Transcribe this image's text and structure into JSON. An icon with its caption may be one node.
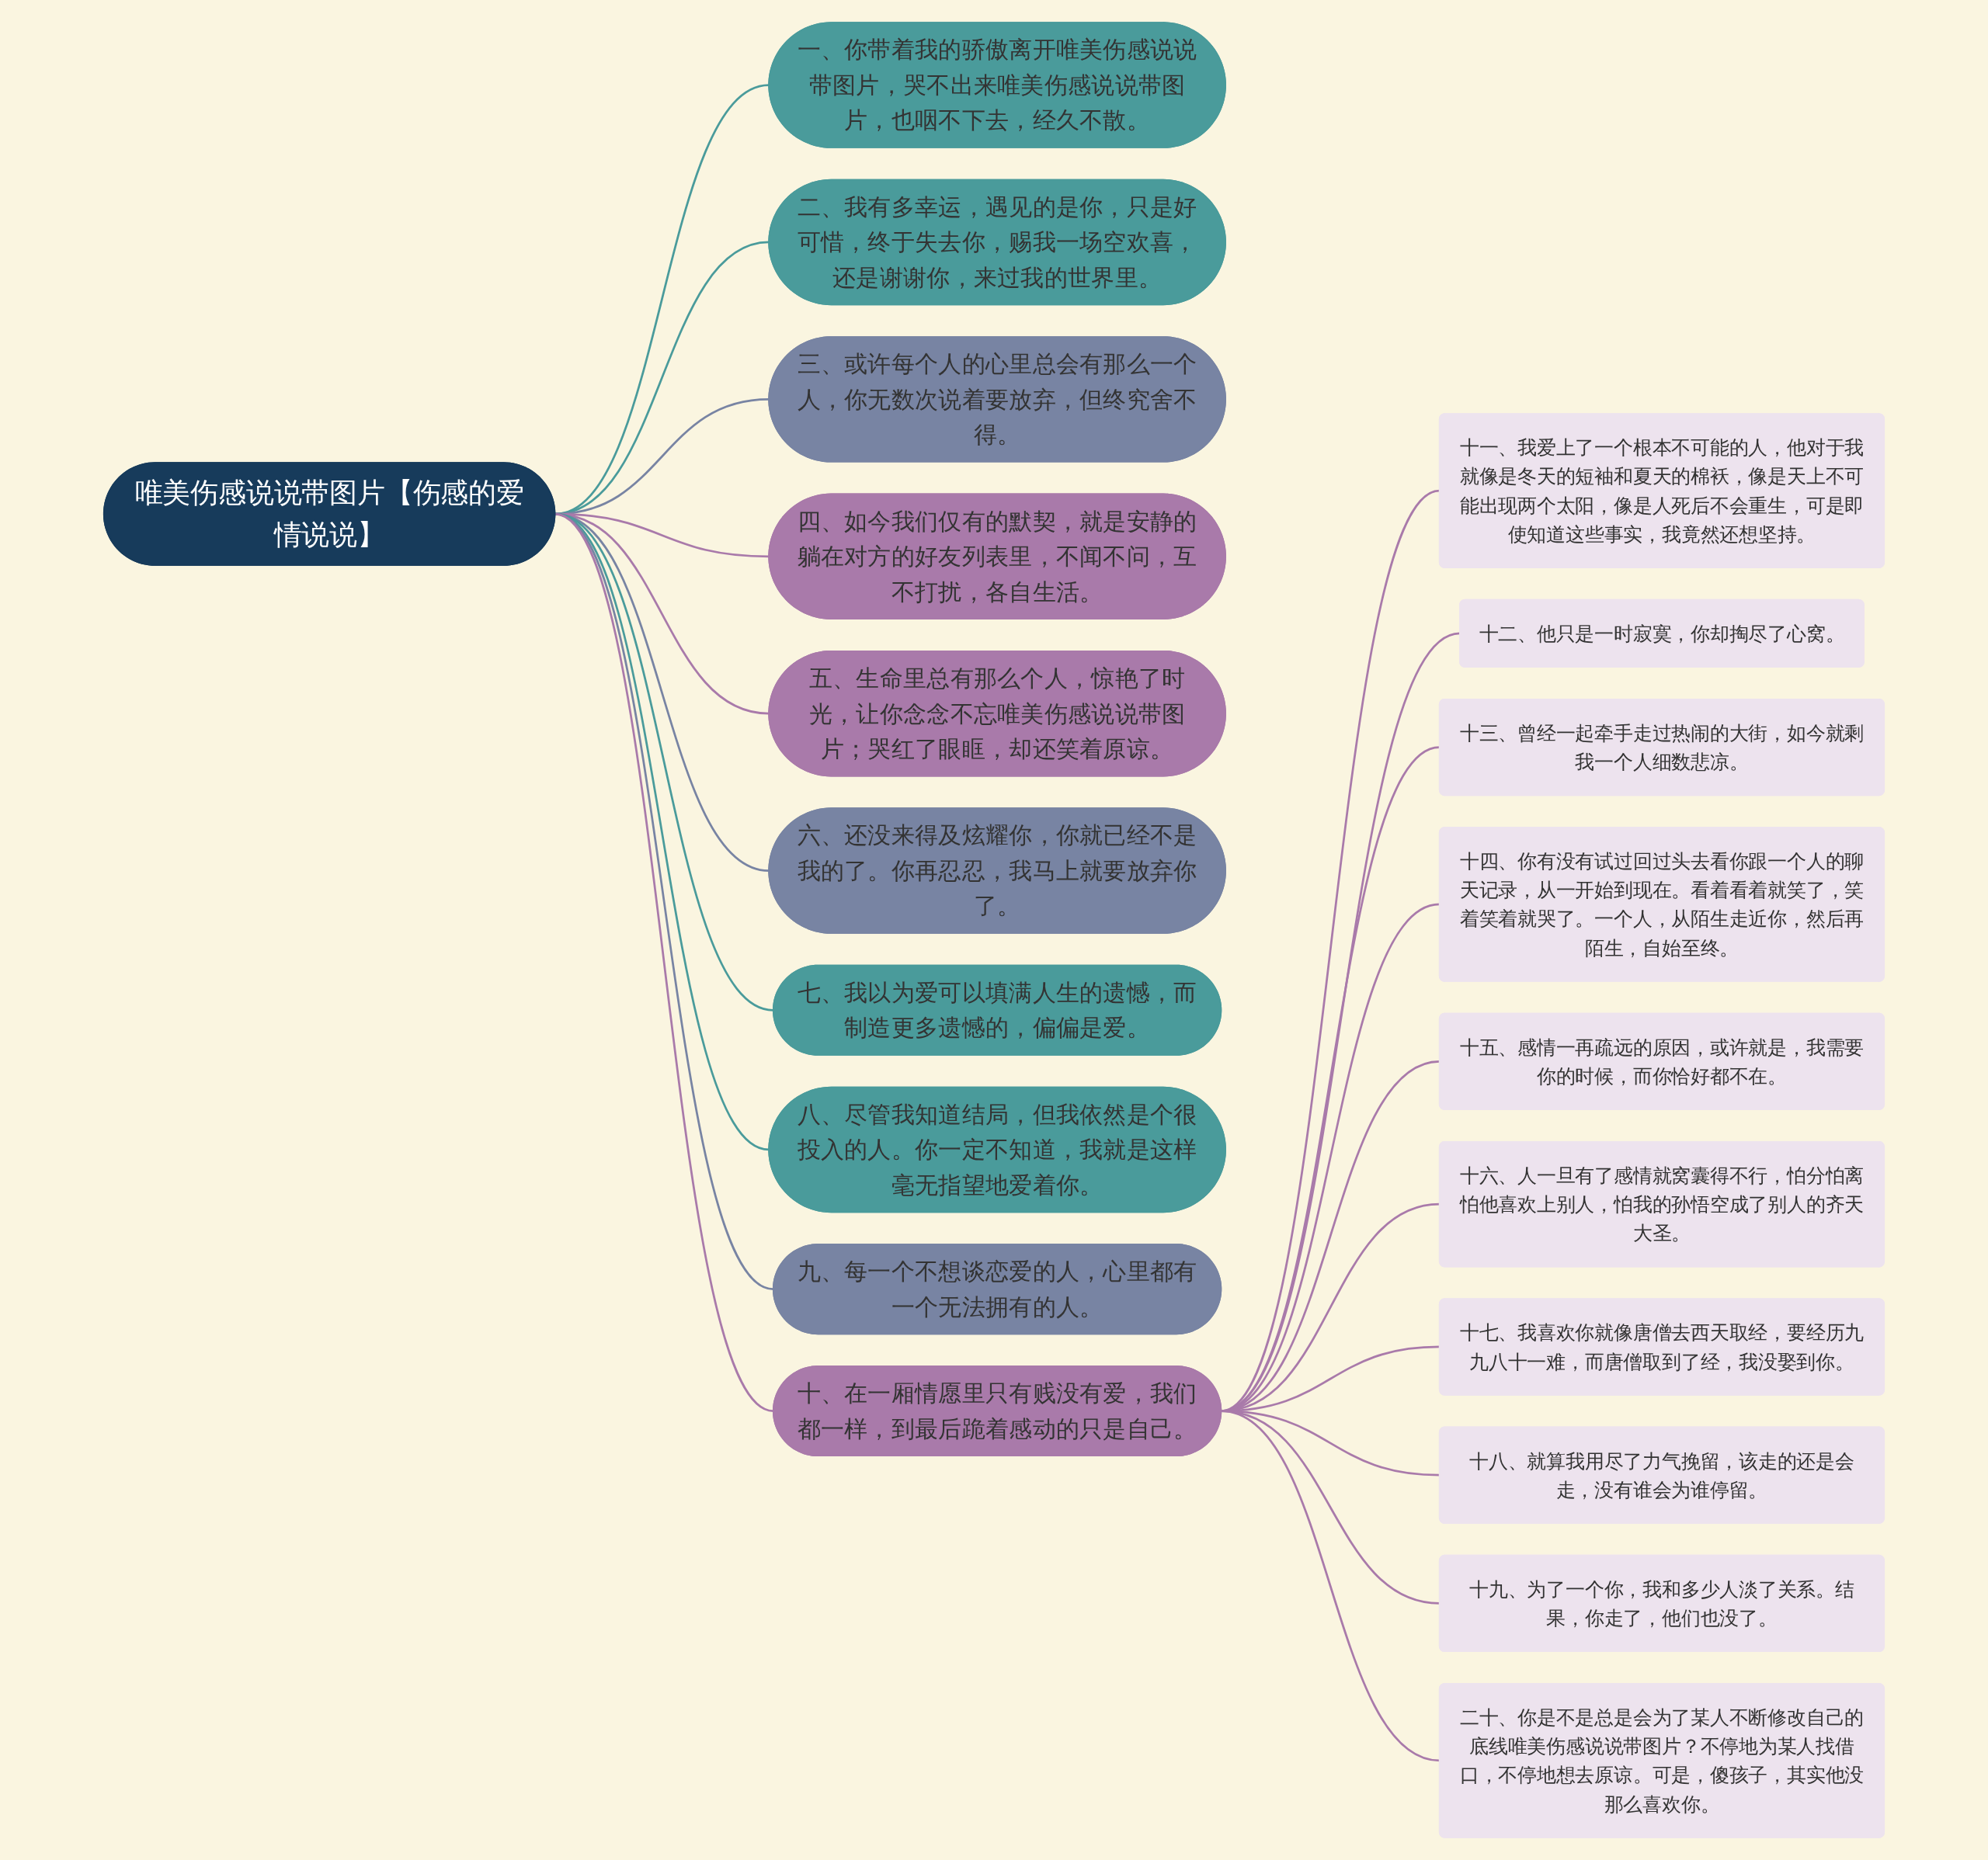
{
  "diagram": {
    "nodes": [
      {
        "text": [
          "唯美伤感说说带图片【伤感的爱情说说】"
        ]
      },
      {
        "text": [
          "一、你带着我的骄傲离开唯美伤感说说带图片，哭不出来唯美伤感说说带图片，也咽不下去，经久不散。"
        ]
      },
      {
        "text": [
          "二、我有多幸运，遇见的是你，只是好可惜，终于失去你，赐我一场空欢喜，还是谢谢你，来过我的世界里。"
        ]
      },
      {
        "text": [
          "三、或许每个人的心里总会有那么一个人，你无数次说着要放弃，但终究舍不得。"
        ]
      },
      {
        "text": [
          "四、如今我们仅有的默契，就是安静的躺在对方的好友列表里，不闻不问，互不打扰，各自生活。"
        ]
      },
      {
        "text": [
          "五、生命里总有那么个人，惊艳了时光，让你念念不忘唯美伤感说说带图片；哭红了眼眶，却还笑着原谅。"
        ]
      },
      {
        "text": [
          "六、还没来得及炫耀你，你就已经不是我的了。你再忍忍，我马上就要放弃你了。"
        ]
      },
      {
        "text": [
          "七、我以为爱可以填满人生的遗憾，而制造更多遗憾的，偏偏是爱。"
        ]
      },
      {
        "text": [
          "八、尽管我知道结局，但我依然是个很投入的人。你一定不知道，我就是这样毫无指望地爱着你。"
        ]
      },
      {
        "text": [
          "九、每一个不想谈恋爱的人，心里都有一个无法拥有的人。"
        ]
      },
      {
        "text": [
          "十、在一厢情愿里只有贱没有爱，我们都一样，到最后跪着感动的只是自己。"
        ]
      },
      {
        "text": [
          "十一、我爱上了一个根本不可能的人，他对于我就像是冬天的短袖和夏天的棉袄，像是天上不可能出现两个太阳，像是人死后不会重生，可是即使知道这些事实，我竟然还想坚持。"
        ]
      },
      {
        "text": [
          "十二、他只是一时寂寞，你却掏尽了心窝。"
        ]
      },
      {
        "text": [
          "十三、曾经一起牵手走过热闹的大街，如今就剩我一个人细数悲凉。"
        ]
      },
      {
        "text": [
          "十四、你有没有试过回过头去看你跟一个人的聊天记录，从一开始到现在。看着看着就笑了，笑着笑着就哭了。一个人，从陌生走近你，然后再陌生，自始至终。"
        ]
      },
      {
        "text": [
          "十五、感情一再疏远的原因，或许就是，我需要你的时候，而你恰好都不在。"
        ]
      },
      {
        "text": [
          "十六、人一旦有了感情就窝囊得不行，怕分怕离怕他喜欢上别人，怕我的孙悟空成了别人的齐天大圣。"
        ]
      },
      {
        "text": [
          "十七、我喜欢你就像唐僧去西天取经，要经历九九八十一难，而唐僧取到了经，我没娶到你。"
        ]
      },
      {
        "text": [
          "十八、就算我用尽了力气挽留，该走的还是会走，没有谁会为谁停留。"
        ]
      },
      {
        "text": [
          "十九、为了一个你，我和多少人淡了关系。结果，你走了，他们也没了。"
        ]
      },
      {
        "text": [
          "二十、你是不是总是会为了某人不断修改自己的底线唯美伤感说说带图片？不停地为某人找借口，不停地想去原谅。可是，傻孩子，其实他没那么喜欢你。"
        ]
      }
    ],
    "edges": [
      {
        "from": 0,
        "to": 1,
        "arrow": "none",
        "color": "#4a9b9b"
      },
      {
        "from": 0,
        "to": 2,
        "arrow": "none",
        "color": "#4a9b9b"
      },
      {
        "from": 0,
        "to": 3,
        "arrow": "none",
        "color": "#7884a3"
      },
      {
        "from": 0,
        "to": 4,
        "arrow": "none"
      },
      {
        "from": 0,
        "to": 5,
        "arrow": "none"
      },
      {
        "from": 0,
        "to": 6,
        "arrow": "none",
        "color": "#7884a3"
      },
      {
        "from": 0,
        "to": 7,
        "arrow": "none",
        "color": "#4a9b9b"
      },
      {
        "from": 0,
        "to": 8,
        "arrow": "none",
        "color": "#4a9b9b"
      },
      {
        "from": 0,
        "to": 9,
        "arrow": "none",
        "color": "#7884a3"
      },
      {
        "from": 0,
        "to": 10,
        "arrow": "none"
      },
      {
        "from": 10,
        "to": 11,
        "arrow": "none"
      },
      {
        "from": 10,
        "to": 12,
        "arrow": "none"
      },
      {
        "from": 10,
        "to": 13,
        "arrow": "none"
      },
      {
        "from": 10,
        "to": 14,
        "arrow": "none"
      },
      {
        "from": 10,
        "to": 15,
        "arrow": "none"
      },
      {
        "from": 10,
        "to": 16,
        "arrow": "none"
      },
      {
        "from": 10,
        "to": 17,
        "arrow": "none"
      },
      {
        "from": 10,
        "to": 18,
        "arrow": "none"
      },
      {
        "from": 10,
        "to": 19,
        "arrow": "none"
      },
      {
        "from": 10,
        "to": 20,
        "arrow": "none"
      }
    ]
  }
}
